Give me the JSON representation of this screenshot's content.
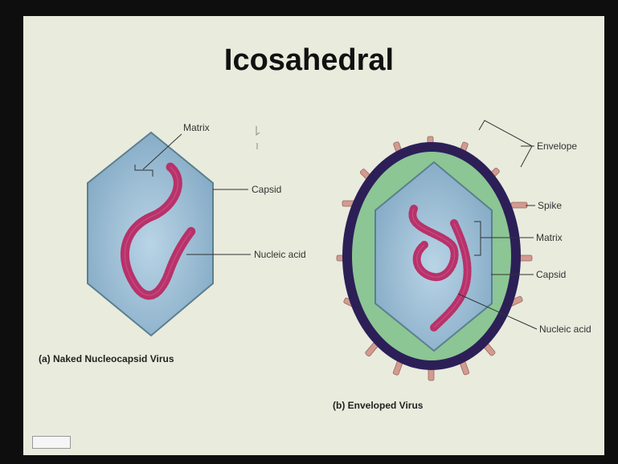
{
  "title": "Icosahedral",
  "naked": {
    "labels": {
      "matrix": "Matrix",
      "capsid": "Capsid",
      "nucleic_acid": "Nucleic acid"
    },
    "caption": "(a) Naked Nucleocapsid Virus"
  },
  "enveloped": {
    "labels": {
      "envelope": "Envelope",
      "spike": "Spike",
      "matrix": "Matrix",
      "capsid": "Capsid",
      "nucleic_acid": "Nucleic acid"
    },
    "caption": "(b) Enveloped Virus"
  },
  "colors": {
    "slide_bg": "#e9ebdd",
    "capsid": "#8fb3cc",
    "envelope_ring": "#2c1f57",
    "envelope_fill": "#8cc694",
    "nucleic_acid": "#b8326a",
    "spike": "#d49a8f"
  }
}
